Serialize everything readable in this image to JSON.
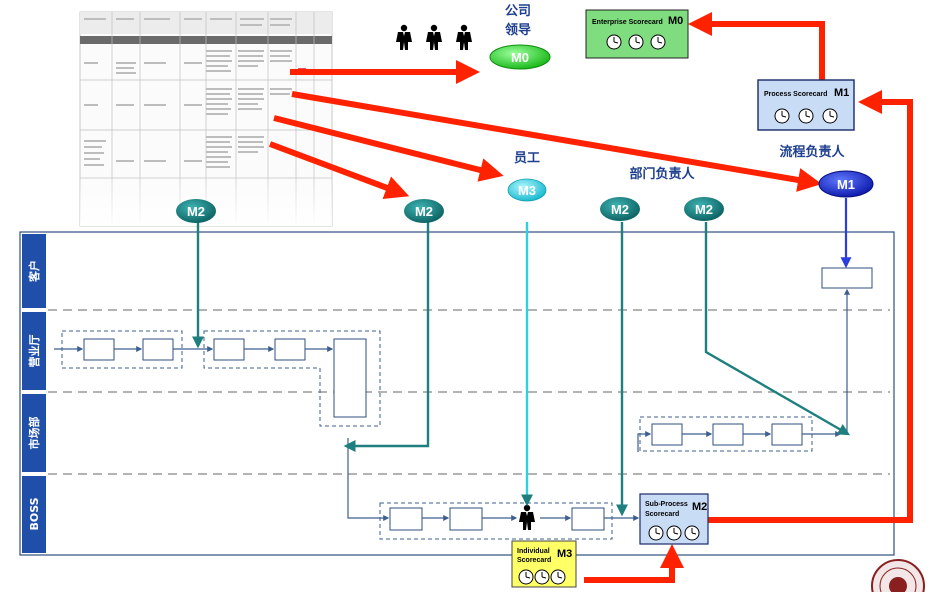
{
  "labels": {
    "company_leader_line1": "公司",
    "company_leader_line2": "领导",
    "employee": "员工",
    "dept_head": "部门负责人",
    "process_owner": "流程负责人"
  },
  "nodes": {
    "m0": "M0",
    "m1": "M1",
    "m2": "M2",
    "m3": "M3"
  },
  "cards": {
    "enterprise": {
      "title": "Enterprise Scorecard",
      "code": "M0",
      "color": "#7fdc7f"
    },
    "process": {
      "title": "Process Scorecard",
      "code": "M1",
      "color": "#c9dcf5"
    },
    "subprocess": {
      "title_line1": "Sub-Process",
      "title_line2": "Scorecard",
      "code": "M2",
      "color": "#c9dcf5"
    },
    "individual": {
      "title_line1": "Individual",
      "title_line2": "Scorecard",
      "code": "M3",
      "color": "#ffff66"
    }
  },
  "lanes": {
    "customer": "客户",
    "business_hall": "营业厅",
    "market_dept": "市场部",
    "boss": "BOSS"
  },
  "colors": {
    "arrow_red": "#ff2200",
    "node_teal": "#0f7a7a",
    "node_cyan": "#1fd8e8",
    "node_blue": "#1a2ed8",
    "node_green": "#22dd22",
    "lane_header": "#1f4fa8",
    "flow_line": "#3c5f8f"
  }
}
